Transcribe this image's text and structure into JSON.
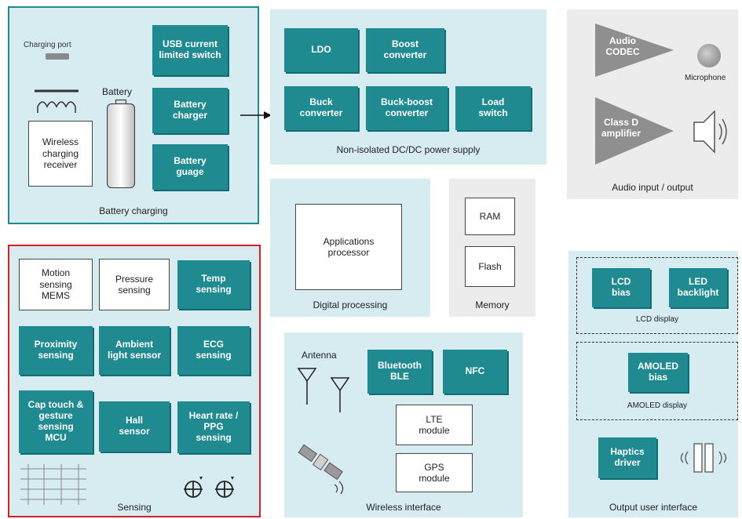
{
  "battery": {
    "title": "Battery charging",
    "charging_port": "Charging port",
    "battery_label": "Battery",
    "wireless_receiver": "Wireless\ncharging\nreceiver",
    "usb_switch": "USB current\nlimited switch",
    "charger": "Battery\ncharger",
    "gauge": "Battery\nguage"
  },
  "dcdc": {
    "title": "Non-isolated DC/DC power supply",
    "ldo": "LDO",
    "boost": "Boost\nconverter",
    "buck": "Buck\nconverter",
    "buck_boost": "Buck-boost\nconverter",
    "load_switch": "Load\nswitch"
  },
  "audio": {
    "title": "Audio input / output",
    "codec": "Audio\nCODEC",
    "amplifier": "Class D\namplifier",
    "microphone": "Microphone"
  },
  "digital": {
    "title": "Digital processing",
    "ap": "Applications\nprocessor"
  },
  "memory": {
    "title": "Memory",
    "ram": "RAM",
    "flash": "Flash"
  },
  "sensing": {
    "title": "Sensing",
    "motion": "Motion\nsensing\nMEMS",
    "pressure": "Pressure\nsensing",
    "temp": "Temp\nsensing",
    "proximity": "Proximity\nsensing",
    "ambient": "Ambient\nlight sensor",
    "ecg": "ECG\nsensing",
    "captouch": "Cap touch &\ngesture\nsensing\nMCU",
    "hall": "Hall\nsensor",
    "heartrate": "Heart rate /\nPPG\nsensing"
  },
  "wireless": {
    "title": "Wireless interface",
    "antenna": "Antenna",
    "bluetooth": "Bluetooth\nBLE",
    "nfc": "NFC",
    "lte": "LTE\nmodule",
    "gps": "GPS\nmodule"
  },
  "output": {
    "title": "Output user interface",
    "lcd_group": "LCD display",
    "lcd_bias": "LCD\nbias",
    "led_backlight": "LED\nbacklight",
    "amoled_group": "AMOLED display",
    "amoled_bias": "AMOLED\nbias",
    "haptics": "Haptics\ndriver"
  },
  "colors": {
    "block": "#1f8a8f",
    "panel": "#d6ecf1",
    "audio_panel": "#ececec",
    "battery_border": "#1f8a8f",
    "sensing_border": "#d32020"
  },
  "icons": [
    "coil-icon",
    "battery-icon",
    "charging-port-icon",
    "arrow-icon",
    "microphone-icon",
    "speaker-icon",
    "antenna-icon",
    "satellite-icon",
    "grid-sensor-icon",
    "hall-sensor-icon",
    "vibration-icon"
  ]
}
